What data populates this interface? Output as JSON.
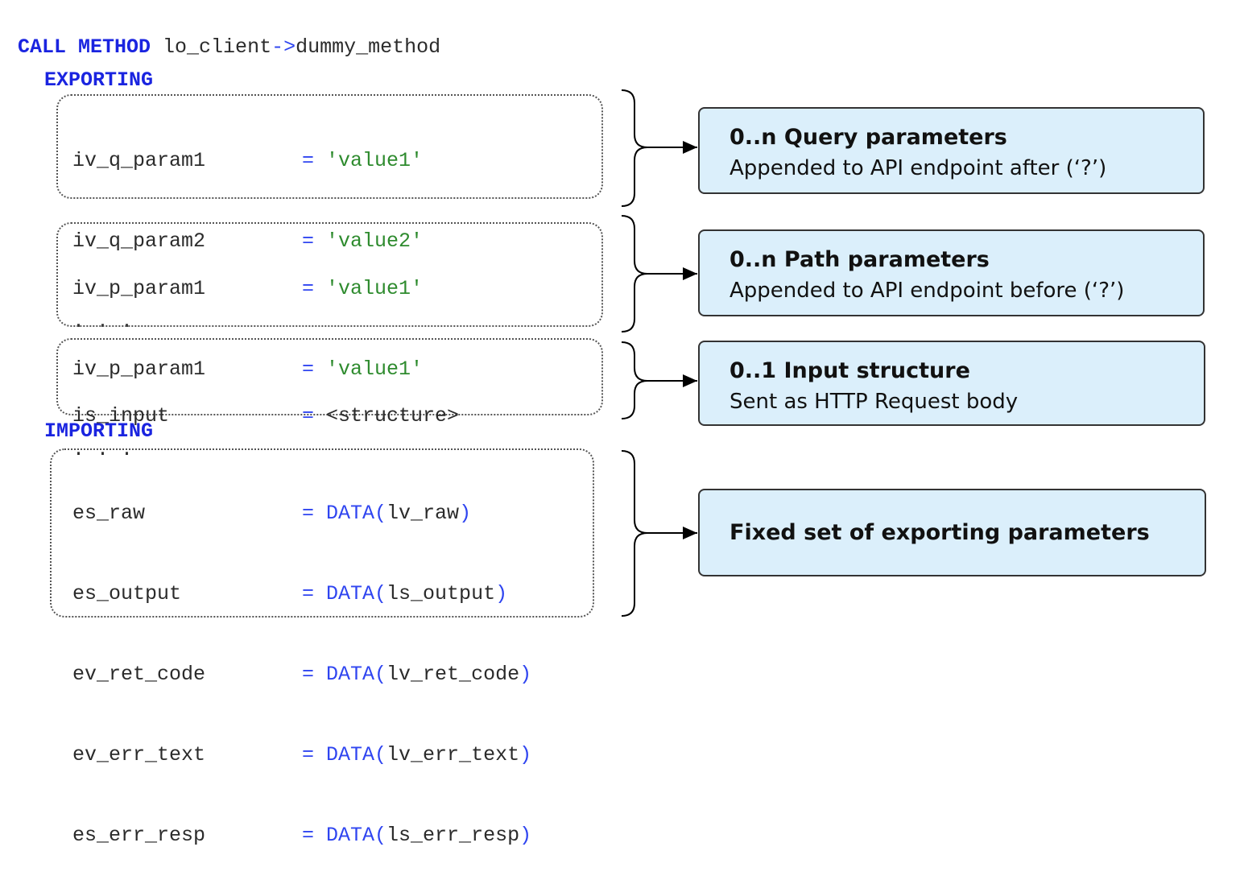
{
  "header": {
    "call_keyword": "CALL METHOD",
    "object": "lo_client",
    "arrow": "->",
    "method": "dummy_method"
  },
  "exporting_label": "EXPORTING",
  "importing_label": "IMPORTING",
  "query_params": {
    "rows": [
      {
        "name": "iv_q_param1",
        "eq": "=",
        "value": "'value1'"
      },
      {
        "name": "iv_q_param2",
        "eq": "=",
        "value": "'value2'"
      }
    ],
    "ellipsis": ". . ."
  },
  "path_params": {
    "rows": [
      {
        "name": "iv_p_param1",
        "eq": "=",
        "value": "'value1'"
      },
      {
        "name": "iv_p_param1",
        "eq": "=",
        "value": "'value1'"
      }
    ],
    "ellipsis": ". . ."
  },
  "input_struct": {
    "rows": [
      {
        "name": "is_input",
        "eq": "=",
        "value": "<structure>"
      }
    ]
  },
  "importing_params": {
    "rows": [
      {
        "name": "es_raw",
        "eq": "=",
        "fn": "DATA(",
        "arg": "lv_raw",
        "close": ")"
      },
      {
        "name": "es_output",
        "eq": "=",
        "fn": "DATA(",
        "arg": "ls_output",
        "close": ")"
      },
      {
        "name": "ev_ret_code",
        "eq": "=",
        "fn": "DATA(",
        "arg": "lv_ret_code",
        "close": ")"
      },
      {
        "name": "ev_err_text",
        "eq": "=",
        "fn": "DATA(",
        "arg": "lv_err_text",
        "close": ")"
      },
      {
        "name": "es_err_resp",
        "eq": "=",
        "fn": "DATA(",
        "arg": "ls_err_resp",
        "close": ")"
      }
    ]
  },
  "callouts": {
    "query": {
      "title": "0..n Query parameters",
      "desc": "Appended to API endpoint after (‘?’)"
    },
    "path": {
      "title": "0..n Path parameters",
      "desc": "Appended to API endpoint before (‘?’)"
    },
    "input": {
      "title": "0..1 Input structure",
      "desc": "Sent as HTTP Request body"
    },
    "fixed": {
      "title": "Fixed set of exporting parameters"
    }
  },
  "colors": {
    "keyword": "#1a24e0",
    "operator": "#2f45f0",
    "string": "#2e8b2e",
    "callout_fill": "#dbeffb"
  }
}
